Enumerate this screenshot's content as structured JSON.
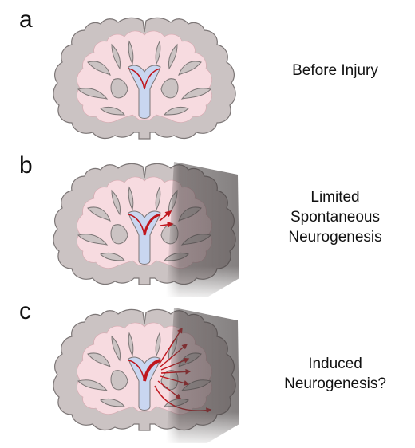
{
  "panels": [
    {
      "letter": "a",
      "caption_lines": [
        "Before Injury"
      ]
    },
    {
      "letter": "b",
      "caption_lines": [
        "Limited",
        "Spontaneous",
        "Neurogenesis"
      ]
    },
    {
      "letter": "c",
      "caption_lines": [
        "Induced",
        "Neurogenesis?"
      ]
    }
  ],
  "colors": {
    "white_matter": "#f7dbe0",
    "gray_matter": "#cbc3c3",
    "outline": "#7c7676",
    "ventricle": "#c9d6f0",
    "neurogenic_zone": "#c0161d",
    "injury_shadow": "#4a4444"
  }
}
